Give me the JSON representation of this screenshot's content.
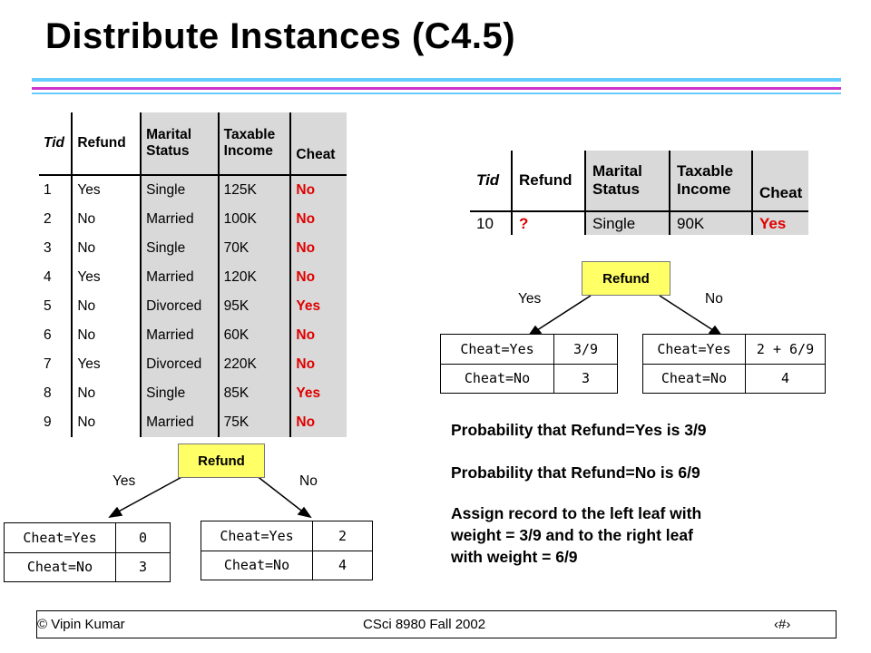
{
  "slide": {
    "title": "Distribute Instances (C4.5)",
    "accent_colors": [
      "#66ccff",
      "#cc33cc"
    ]
  },
  "training_table": {
    "headers": [
      "Tid",
      "Refund",
      "Marital\nStatus",
      "Taxable\nIncome",
      "Cheat"
    ],
    "rows": [
      [
        "1",
        "Yes",
        "Single",
        "125K",
        "No"
      ],
      [
        "2",
        "No",
        "Married",
        "100K",
        "No"
      ],
      [
        "3",
        "No",
        "Single",
        "70K",
        "No"
      ],
      [
        "4",
        "Yes",
        "Married",
        "120K",
        "No"
      ],
      [
        "5",
        "No",
        "Divorced",
        "95K",
        "Yes"
      ],
      [
        "6",
        "No",
        "Married",
        "60K",
        "No"
      ],
      [
        "7",
        "Yes",
        "Divorced",
        "220K",
        "No"
      ],
      [
        "8",
        "No",
        "Single",
        "85K",
        "Yes"
      ],
      [
        "9",
        "No",
        "Married",
        "75K",
        "No"
      ]
    ]
  },
  "record_table": {
    "headers": [
      "Tid",
      "Refund",
      "Marital\nStatus",
      "Taxable\nIncome",
      "Cheat"
    ],
    "row": [
      "10",
      "?",
      "Single",
      "90K",
      "Yes"
    ]
  },
  "tree_left": {
    "node": "Refund",
    "yes": "Yes",
    "no": "No",
    "left_leaf": {
      "r1k": "Cheat=Yes",
      "r1v": "0",
      "r2k": "Cheat=No",
      "r2v": "3"
    },
    "right_leaf": {
      "r1k": "Cheat=Yes",
      "r1v": "2",
      "r2k": "Cheat=No",
      "r2v": "4"
    }
  },
  "tree_right": {
    "node": "Refund",
    "yes": "Yes",
    "no": "No",
    "left_leaf": {
      "r1k": "Cheat=Yes",
      "r1v": "3/9",
      "r2k": "Cheat=No",
      "r2v": "3"
    },
    "right_leaf": {
      "r1k": "Cheat=Yes",
      "r1v": "2 + 6/9",
      "r2k": "Cheat=No",
      "r2v": "4"
    }
  },
  "probability": {
    "line1": "Probability that Refund=Yes is 3/9",
    "line2": "Probability that Refund=No is 6/9",
    "line3a": "Assign record to the left leaf with",
    "line3b": "weight = 3/9 and to the right leaf",
    "line3c": "with weight = 6/9"
  },
  "footer": {
    "author": "© Vipin Kumar",
    "course": "CSci 8980 Fall 2002",
    "page": "‹#›"
  }
}
